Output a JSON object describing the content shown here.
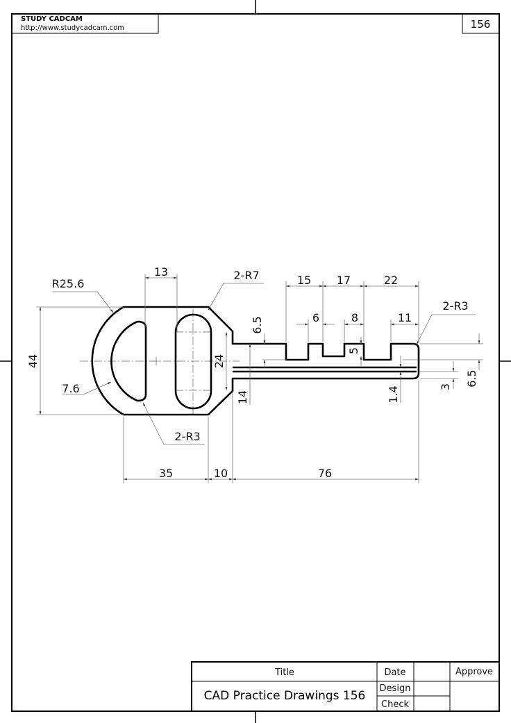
{
  "header": {
    "company": "STUDY CADCAM",
    "url": "http://www.studycadcam.com",
    "sheet_number": "156"
  },
  "dimensions": {
    "head_radius": "R25.6",
    "slot_spacing": "13",
    "slot_radius": "2-R7",
    "head_height": "44",
    "ring_width": "7.6",
    "slot_length": "24",
    "d_hole_radius": "2-R3",
    "head_length": "35",
    "neck_length": "10",
    "blade_length": "76",
    "groove_depth_left": "6.5",
    "blade_width": "14",
    "pitch_1": "15",
    "pitch_2": "17",
    "pitch_3": "22",
    "tooth_1": "6",
    "tooth_2": "8",
    "tip_flat": "11",
    "notch_depth": "5",
    "tip_radius": "2-R3",
    "groove_offset": "1.4",
    "groove_width": "3",
    "groove_depth_right": "6.5"
  },
  "title_block": {
    "title_label": "Title",
    "title_value": "CAD Practice Drawings 156",
    "date_label": "Date",
    "design_label": "Design",
    "check_label": "Check",
    "approve_label": "Approve"
  }
}
